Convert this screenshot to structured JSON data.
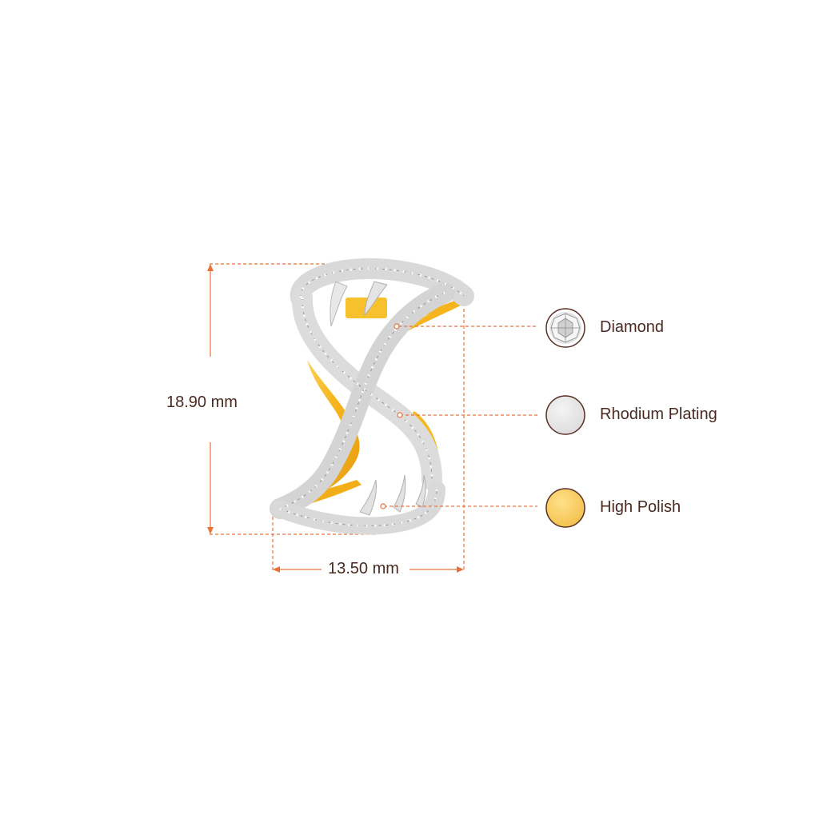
{
  "dimensions": {
    "height": "18.90 mm",
    "width": "13.50 mm"
  },
  "legend": [
    {
      "label": "Diamond",
      "swatch": "diamond-icon"
    },
    {
      "label": "Rhodium Plating",
      "swatch": "rhodium-swatch",
      "color": "#e6e6e6"
    },
    {
      "label": "High Polish",
      "swatch": "high-polish-swatch",
      "color": "#f7cd5e"
    }
  ],
  "colors": {
    "dimension_line": "#e8733a",
    "text": "#4a2a20",
    "gold": "#f5b820",
    "gold_light": "#ffd75a",
    "swatch_border": "#5a3025"
  }
}
